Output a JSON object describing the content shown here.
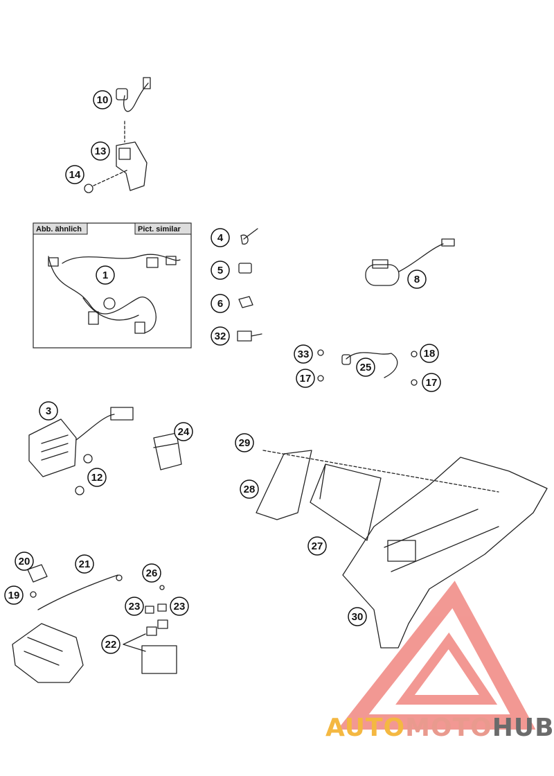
{
  "inset_box": {
    "label_de": "Abb. ähnlich",
    "label_en": "Pict. similar"
  },
  "callouts": [
    "1",
    "3",
    "4",
    "5",
    "6",
    "8",
    "10",
    "12",
    "13",
    "14",
    "17",
    "17",
    "18",
    "19",
    "20",
    "21",
    "22",
    "23",
    "23",
    "24",
    "25",
    "26",
    "27",
    "28",
    "29",
    "30",
    "32",
    "33"
  ],
  "watermark": {
    "part1": "AUTO",
    "part2": "MOTO",
    "part3": "HUB",
    "colors": {
      "part1": "#f4b842",
      "part2": "#e99a8e",
      "part3": "#6b6b6b",
      "triangle": "#e8453c"
    }
  }
}
